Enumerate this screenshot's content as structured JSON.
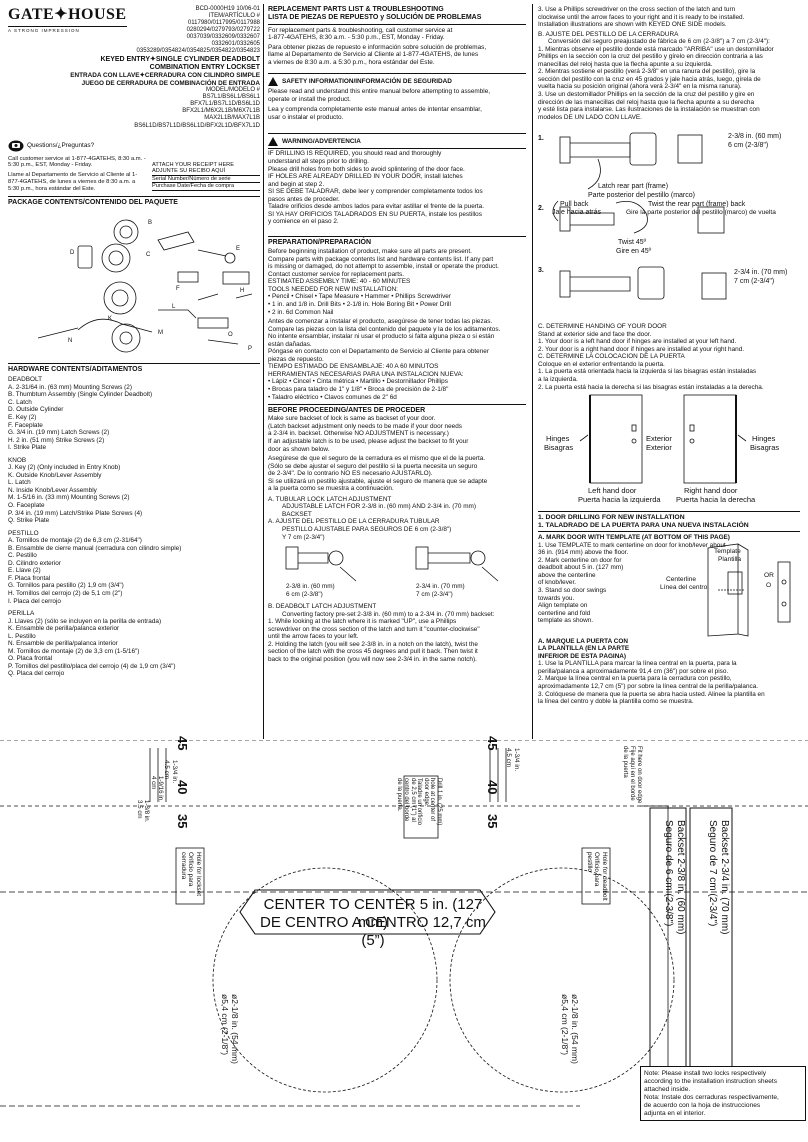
{
  "brand": {
    "name": "GATE✦HOUSE",
    "tagline": "A STRONG IMPRESSION"
  },
  "header": {
    "doc_code": "BCD-0000H19 10/06-01",
    "item_label": "ITEM/ARTÍCULO #",
    "item_numbers": [
      "0117980/0117995/0117988",
      "0280294/0279793/0279722",
      "0037039/0332609/0332607",
      "0332601/0332605",
      "0353289/0354824/0354825/0354822/0354823"
    ],
    "title_en": "KEYED ENTRY✦SINGLE CYLINDER DEADBOLT",
    "title_en2": "COMBINATION ENTRY LOCKSET",
    "title_es": "ENTRADA CON LLAVE✦CERRADURA CON CILINDRO SIMPLE",
    "title_es2": "JUEGO DE CERRADURA DE COMBINACIÓN DE ENTRADA",
    "model_label": "MODEL/MODELO #",
    "models": [
      "BS7L1/BS6L1/BS6L1",
      "BFX7L1/BS7L1D/BS6L1D",
      "BFX2L1/M6X2L1B/M6X7L1B",
      "MAX2L1B/MAX7L1B",
      "BS6L1D/BS7L1D/BS6L1D/BFX2L1D/BFX7L1D"
    ]
  },
  "questions": {
    "label": "Questions/¿Preguntas?",
    "en": "Call customer service at 1-877-4GATEHS, 8:30 a.m. - 5:30 p.m., EST, Monday - Friday.",
    "es": "Llame al Departamento de Servicio al Cliente al 1-877-4GATEHS, de lunes a viernes de 8:30 a.m. a 5:30 p.m., hora estándar del Este.",
    "receipt": [
      "ATTACH YOUR RECEIPT HERE",
      "ADJUNTE SU RECIBO AQUÍ",
      "Serial Number/Número de serie",
      "Purchase Date/Fecha de compra"
    ]
  },
  "package": {
    "title": "PACKAGE CONTENTS/CONTENIDO DEL PAQUETE"
  },
  "hardware": {
    "title": "HARDWARE CONTENTS/ADITAMENTOS",
    "deadbolt_title": "DEADBOLT",
    "deadbolt": [
      "A. 2-31/64 in. (63 mm) Mounting Screws (2)",
      "B. Thumbturn Assembly (Single Cylinder Deadbolt)",
      "C. Latch",
      "D. Outside Cylinder",
      "E. Key (2)",
      "F. Faceplate",
      "G. 3/4 in. (19 mm) Latch Screws (2)",
      "H. 2 in. (51 mm) Strike Screws (2)",
      "I.  Strike Plate"
    ],
    "knob_title": "KNOB",
    "knob": [
      "J. Key (2) (Only included in Entry Knob)",
      "K. Outside Knob/Lever Assembly",
      "L. Latch",
      "N. Inside Knob/Lever Assembly",
      "M. 1-5/16 in. (33 mm) Mounting Screws (2)",
      "O. Faceplate",
      "P. 3/4 in. (19 mm) Latch/Strike Plate Screws (4)",
      "Q. Strike Plate"
    ],
    "pestillo_title": "PESTILLO",
    "pestillo": [
      "A. Tornillos de montaje (2) de 6,3 cm (2-31/64\")",
      "B. Ensamble de cierre manual (cerradura con cilindro simple)",
      "C. Pestillo",
      "D. Cilindro exterior",
      "E. Llave (2)",
      "F. Placa frontal",
      "G. Tornillos para pestillo (2) 1,9 cm (3/4\")",
      "H. Tornillos del cerrojo (2) de 5,1 cm (2\")",
      "I.  Placa del cerrojo"
    ],
    "perilla_title": "PERILLA",
    "perilla": [
      "J. Llaves (2) (sólo se incluyen en la perilla de entrada)",
      "K. Ensamble de perilla/palanca exterior",
      "L. Pestillo",
      "N. Ensamble de perilla/palanca interior",
      "M. Tornillos de montaje (2) de 3,3 cm (1-5/16\")",
      "O. Placa frontal",
      "P. Tornillos del pestillo/placa del cerrojo (4) de 1,9 cm (3/4\")",
      "Q. Placa del cerrojo"
    ]
  },
  "replacement": {
    "title": "REPLACEMENT PARTS LIST & TROUBLESHOOTING",
    "title_es": "LISTA DE PIEZAS DE REPUESTO y SOLUCIÓN DE PROBLEMAS",
    "en": [
      "For replacement parts & troubleshooting, call customer service at",
      "1-877-4GATEHS, 8:30 a.m. - 5:30 p.m., EST, Monday - Friday."
    ],
    "es": [
      "Para obtener piezas de repuesto e información sobre solución de problemas,",
      "llame al Departamento de Servicio al Cliente al 1-877-4GATEHS, de lunes",
      "a viernes de 8:30 a.m. a 5:30 p.m., hora estándar del Este."
    ]
  },
  "safety": {
    "title": "SAFETY INFORMATION/INFORMACIÓN DE SEGURIDAD",
    "en": [
      "Please read and understand this entire manual before attempting to assemble,",
      "operate or install the product."
    ],
    "es": [
      "Lea y comprenda completamente este manual antes de intentar ensamblar,",
      "usar o instalar el producto."
    ]
  },
  "warning": {
    "title": "WARNING/ADVERTENCIA",
    "lines": [
      "IF DRILLING IS REQUIRED, you should read and thoroughly",
      "understand all steps prior to drilling.",
      "Please drill holes from both sides to avoid splintering of the door face.",
      "IF HOLES ARE ALREADY DRILLED IN YOUR DOOR, install latches",
      "and begin at step 2.",
      "SI SE DEBE TALADRAR, debe leer y comprender completamente todos los",
      "pasos antes de proceder.",
      "Taladre orificios desde ambos lados para evitar astillar el frente de la puerta.",
      "SI YA HAY ORIFICIOS TALADRADOS EN SU PUERTA, instale los pestillos",
      "y comience en el paso 2."
    ]
  },
  "prep": {
    "title": "PREPARATION/PREPARACIÓN",
    "lines": [
      "Before beginning installation of product, make sure all parts are present.",
      "Compare parts with package contents list and hardware contents list. If any part",
      "is missing or damaged, do not attempt to assemble, install or operate the product.",
      "Contact customer service for replacement parts.",
      "ESTIMATED ASSEMBLY TIME: 40 - 60 MINUTES",
      "TOOLS NEEDED FOR NEW INSTALLATION:",
      "• Pencil   • Chisel   • Tape Measure   • Hammer   • Phillips Screwdriver",
      "• 1 in. and 1/8 in. Drill Bits   • 2-1/8 in. Hole Boring Bit   • Power Drill",
      "• 2 in. 6d Common Nail",
      "Antes de comenzar a instalar el producto, asegúrese de tener todas las piezas.",
      "Compare las piezas con la lista del contenido del paquete y la de los aditamentos.",
      "No intente ensamblar, instalar ni usar el producto si falta alguna pieza o si están",
      "están dañadas.",
      "Póngase en contacto con el Departamento de Servicio al Cliente para obtener",
      "piezas de repuesto.",
      "TIEMPO ESTIMADO DE ENSAMBLAJE: 40 A 60 MINUTOS",
      "HERRAMIENTAS NECESARIAS PARA UNA INSTALACIÓN NUEVA:",
      "• Lápiz   • Cincel   • Cinta métrica   • Martillo   • Destornillador Phillips",
      "• Brocas para taladro de 1\" y 1/8\"   • Broca de precisión de 2-1/8\"",
      "• Taladro eléctrico   • Clavos comunes de 2\" 6d"
    ]
  },
  "before": {
    "title": "BEFORE PROCEEDING/ANTES DE PROCEDER",
    "lines": [
      "Make sure backset of lock is same as backset of your door.",
      "(Latch backset adjustment only needs to be made if your door needs",
      "a 2-3/4 in. backset. Otherwise NO ADJUSTMENT is necessary.)",
      "If an adjustable latch is to be used, please adjust the backset to fit your",
      "door as shown below.",
      "Asegúrese de que el seguro de la cerradura es el mismo que el de la puerta.",
      "(Sólo se debe ajustar el seguro del pestillo si la puerta necesita un seguro",
      "de 2-3/4\". De lo contrario NO ES necesario AJUSTARLO).",
      "Si se utilizará un pestillo ajustable, ajuste el seguro de manera que se adapte",
      "a la puerta como se muestra a continuación."
    ],
    "a_en": "A.  TUBULAR LOCK LATCH ADJUSTMENT",
    "a_en2": "ADJUSTABLE LATCH FOR 2-3/8 in. (60 mm) AND 2-3/4 in. (70 mm)",
    "a_en3": "BACKSET",
    "a_es": "A.  AJUSTE DEL PESTILLO DE LA CERRADURA TUBULAR",
    "a_es2": "PESTILLO AJUSTABLE PARA SEGUROS DE 6 cm (2-3/8\")",
    "a_es3": "Y 7 cm (2-3/4\")",
    "fig_l1": "2-3/8 in. (60 mm)",
    "fig_l2": "6 cm (2-3/8\")",
    "fig_r1": "2-3/4 in. (70 mm)",
    "fig_r2": "7 cm (2-3/4\")",
    "b_title": "B.  DEADBOLT LATCH ADJUSTMENT",
    "b_lines": [
      "Converting factory pre-set 2-3/8 in. (60 mm) to a 2-3/4 in. (70 mm) backset:",
      "1. While looking at the latch where it is marked \"UP\", use a Phillips",
      "    screwdriver on the cross section of the latch and turn it \"counter-clockwise\"",
      "    until the arrow faces to your left.",
      "2. Holding the latch (you will see 2-3/8 in. in a notch on the latch), twist the",
      "    section of the latch with the cross 45 degrees and pull it back. Then twist it",
      "    back to the original position (you will now see 2-3/4 in. in the same notch)."
    ]
  },
  "col3": {
    "step3": [
      "3. Use a Phillips screwdriver on the cross section of the latch and turn",
      "    clockwise until the arrow faces to your right and it is ready to be installed.",
      "    Installation illustrations are shown with KEYED ONE SIDE models."
    ],
    "b_es_title": "B.  AJUSTE DEL PESTILLO DE LA CERRADURA",
    "b_es": [
      "Conversión del seguro preajustado de fábrica de 6 cm (2-3/8\") a 7 cm (2-3/4\"):",
      "1. Mientras observe el pestillo donde está marcado \"ARRIBA\" use un destornillador",
      "    Phillips en la sección con la cruz del pestillo y gírelo en dirección contraria a las",
      "    manecillas del reloj hasta que la flecha apunte a su izquierda.",
      "2. Mientras sostiene el pestillo (verá 2-3/8\" en una ranura del pestillo), gire la",
      "    sección del pestillo con la cruz en 45 grados y jale hacia atrás, luego, gírela de",
      "    vuelta hacia su posición original (ahora verá 2-3/4\" en la misma ranura).",
      "3. Use un destornillador Phillips en la sección de la cruz del pestillo y gire en",
      "    dirección de las manecillas del reloj hasta que la flecha apunte a su derecha",
      "    y esté lista para instalarse. Las ilustraciones de la instalación se muestran con",
      "    modelos DE UN LADO CON LLAVE."
    ],
    "fig1_num": "1.",
    "fig1_a": "2-3/8 in. (60 mm)",
    "fig1_b": "6 cm (2-3/8\")",
    "fig1_c": "Latch rear part (frame)",
    "fig1_d": "Parte posterior del pestillo (marco)",
    "fig2_num": "2.",
    "fig2_a": "Pull back",
    "fig2_b": "Jale hacia atrás",
    "fig2_c": "Twist the rear part (frame) back",
    "fig2_d": "Gire la parte posterior del pestillo (marco) de vuelta",
    "fig2_e": "Twist 45º",
    "fig2_f": "Gire en 45º",
    "fig3_num": "3.",
    "fig3_a": "2-3/4 in. (70 mm)",
    "fig3_b": "7 cm (2-3/4\")",
    "c_title": "C.  DETERMINE HANDING OF YOUR DOOR",
    "c_lines": [
      "Stand at exterior side and face the door.",
      "1. Your door is a left hand door if hinges are installed at your left hand.",
      "2. Your door is a right hand door if hinges are installed at your right hand."
    ],
    "c_es_title": "C.  DETERMINE LA COLOCACIÓN DE LA PUERTA",
    "c_es": [
      "Coloque en el exterior enfrentando la puerta.",
      "1. La puerta está orientada hacia la izquierda si las bisagras están instaladas",
      "    a la izquierda.",
      "2. La puerta está hacia la derecha si las bisagras están instaladas a la derecha."
    ],
    "hinges": "Hinges",
    "bisagras": "Bisagras",
    "exterior": "Exterior",
    "exterior_es": "Exterior",
    "left_door": "Left hand door",
    "left_door_es": "Puerta hacia la izquierda",
    "right_door": "Right hand door",
    "right_door_es": "Puerta hacia la derecha",
    "drill_title": "1. DOOR DRILLING FOR NEW INSTALLATION",
    "drill_title_es": "1. TALADRADO DE LA PUERTA PARA UNA NUEVA INSTALACIÓN",
    "mark_title": "A.  MARK DOOR WITH TEMPLATE (AT BOTTOM OF THIS PAGE)",
    "mark_lines": [
      "1. Use TEMPLATE to mark centerline on door for knob/lever about",
      "    36 in. (914 mm) above the floor.",
      "2. Mark centerline on door for",
      "    deadbolt about 5 in. (127 mm)",
      "    above the centerline",
      "    of knob/lever.",
      "3. Stand so door swings",
      "    towards you.",
      "    Align template on",
      "    centerline and fold",
      "    template as shown."
    ],
    "template": "Template",
    "plantilla": "Plantilla",
    "centerline": "Centerline",
    "linea_centro": "Línea del centro",
    "or": "OR",
    "o": "O",
    "mark_es_title": "A.  MARQUE LA PUERTA CON",
    "mark_es_title2": "LA PLANTILLA (EN LA PARTE",
    "mark_es_title3": "INFERIOR DE ESTA PÁGINA)",
    "mark_es": [
      "1. Use la PLANTILLA para marcar la línea central en la puerta, para la",
      "    perilla/palanca a aproximadamente 91,4 cm (36\") por sobre el piso.",
      "2. Marque la línea central en la puerta para la cerradura con pestillo,",
      "    aproximadamente 12,7 cm (5\") por sobre la línea central de la perilla/palanca.",
      "3. Colóquese de manera que la puerta se abra hacia usted. Alinee la plantilla en",
      "    la línea del centro y doble la plantilla como se muestra."
    ]
  },
  "template_area": {
    "scale_a": [
      "1-3/4 in.",
      "4.5 cm"
    ],
    "scale_b": [
      "1-9/16 in.",
      "4 cm"
    ],
    "scale_c": [
      "1-3/8 in.",
      "3.5 cm"
    ],
    "big_nums": [
      "45",
      "40",
      "35"
    ],
    "drill_note": [
      "Drill 1 in. (25 mm)",
      "hole at center of",
      "door edge.",
      "Taladre un orificio",
      "de 2,5 cm (1\") al",
      "centro del borde",
      "de la puerta."
    ],
    "fold": [
      "Fit here on door edge",
      "Fije aquí en el borde",
      "de la puerta"
    ],
    "center_en": "CENTER TO CENTER 5 in. (127 mm)",
    "center_es": "DE CENTRO A CENTRO 12,7 cm (5”)",
    "hole_latch": [
      "Hole for lockset",
      "Orificio para",
      "cerradura"
    ],
    "hole_deadbolt": [
      "Hole for deadbolt",
      "Orificio para",
      "pestillo"
    ],
    "backset1": [
      "Backset 2-3/8 in. (60 mm)",
      "Seguro de 6 cm (2-3/8\")"
    ],
    "backset2": [
      "Backset 2-3/4 in. (70 mm)",
      "Seguro de 7 cm (2-3/4\")"
    ],
    "dia": [
      "ø2-1/8 in. (54 mm)",
      "ø5,4 cm (2-1/8\")"
    ]
  },
  "note": {
    "lines": [
      "Note: Please install two locks respectively",
      "according to the installation instruction sheets",
      "attached inside.",
      "Nota: Instale dos cerraduras respectivamente,",
      "de acuerdo con la hoja de instrucciones",
      "adjunta en el interior."
    ]
  }
}
